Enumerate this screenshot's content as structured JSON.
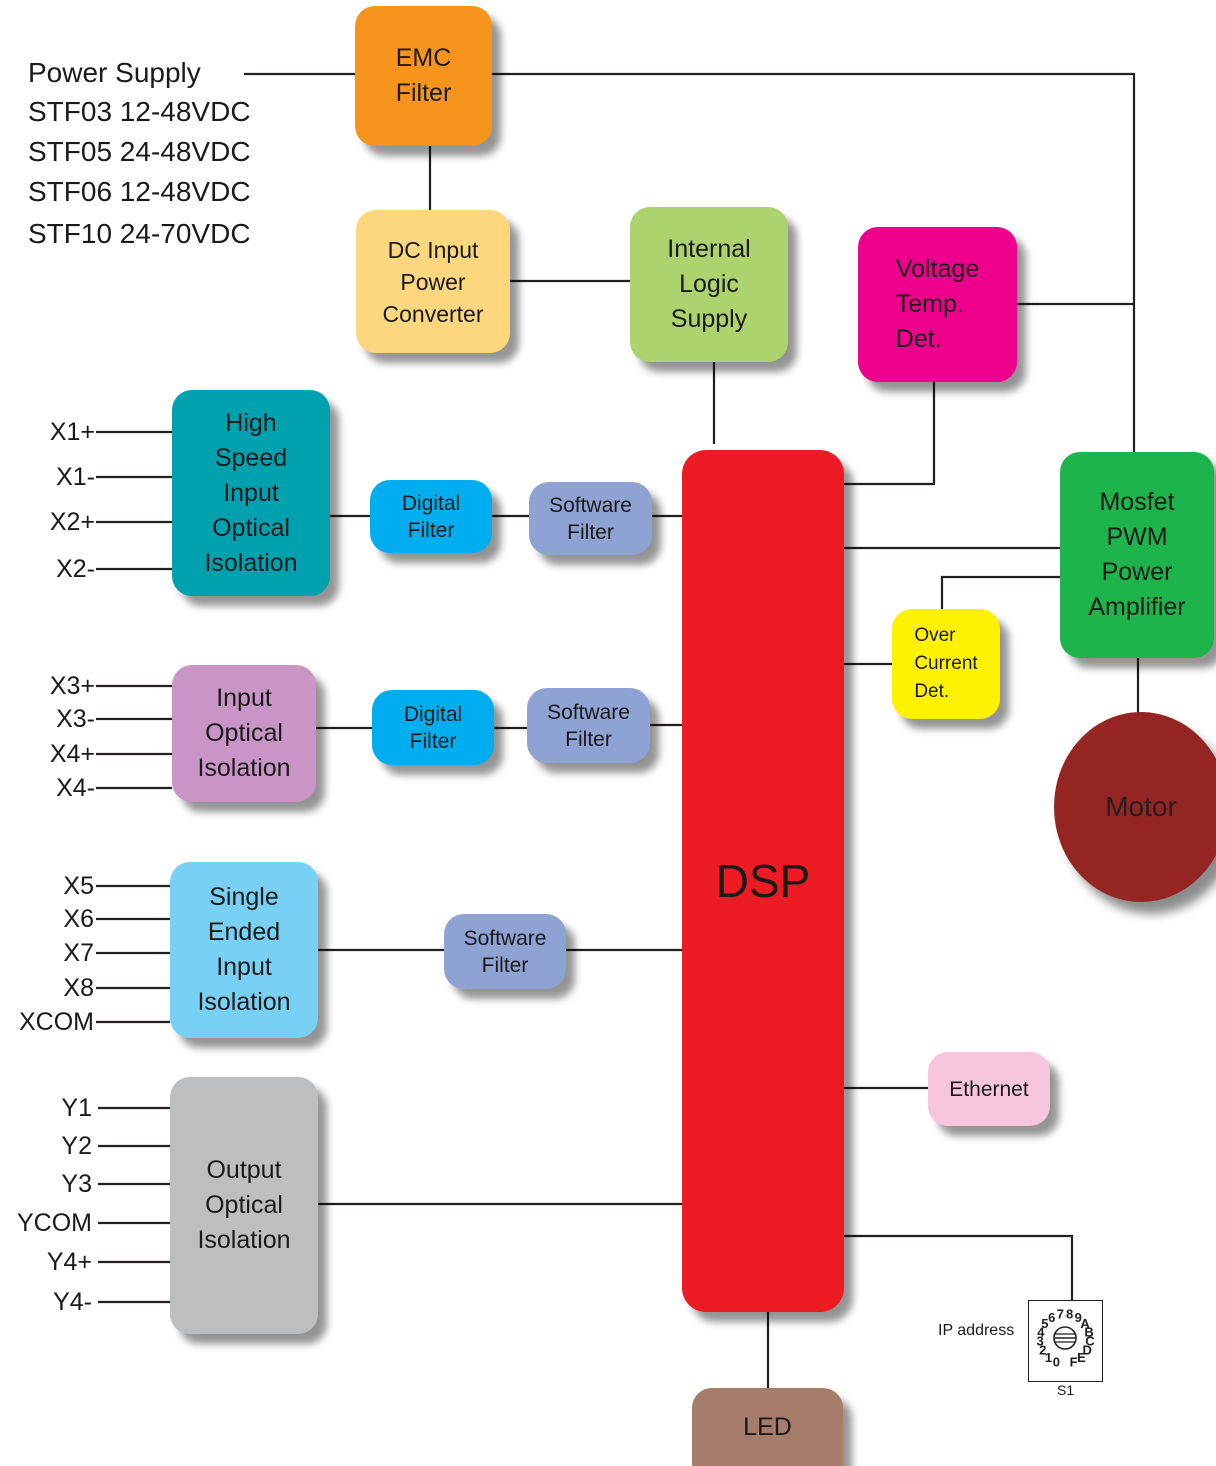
{
  "power_supply": {
    "title": "Power Supply",
    "models": [
      "STF03 12-48VDC",
      "STF05 24-48VDC",
      "STF06 12-48VDC",
      "STF10 24-70VDC"
    ]
  },
  "blocks": {
    "emc_filter": "EMC\nFilter",
    "dc_converter": "DC Input\nPower\nConverter",
    "logic_supply": "Internal\nLogic\nSupply",
    "voltage_temp": "Voltage\nTemp.\nDet.",
    "high_speed_isolation": "High\nSpeed\nInput\nOptical\nIsolation",
    "digital_filter_1": "Digital\nFilter",
    "software_filter_1": "Software\nFilter",
    "input_isolation": "Input\nOptical\nIsolation",
    "digital_filter_2": "Digital\nFilter",
    "software_filter_2": "Software\nFilter",
    "single_ended_isolation": "Single\nEnded\nInput\nIsolation",
    "software_filter_3": "Software\nFilter",
    "output_isolation": "Output\nOptical\nIsolation",
    "dsp": "DSP",
    "mosfet_amplifier": "Mosfet\nPWM\nPower\nAmplifier",
    "over_current": "Over\nCurrent\nDet.",
    "motor": "Motor",
    "ethernet": "Ethernet",
    "led": "LED"
  },
  "pins": {
    "high_speed": [
      "X1+",
      "X1-",
      "X2+",
      "X2-"
    ],
    "input": [
      "X3+",
      "X3-",
      "X4+",
      "X4-"
    ],
    "single_ended": [
      "X5",
      "X6",
      "X7",
      "X8",
      "XCOM"
    ],
    "output": [
      "Y1",
      "Y2",
      "Y3",
      "YCOM",
      "Y4+",
      "Y4-"
    ]
  },
  "ip_switch": {
    "label": "IP address",
    "designator": "S1",
    "digits": [
      "0",
      "1",
      "2",
      "3",
      "4",
      "5",
      "6",
      "7",
      "8",
      "9",
      "A",
      "B",
      "C",
      "D",
      "E",
      "F"
    ]
  },
  "colors": {
    "emc": "#f7941d",
    "dc": "#fdd77d",
    "logic": "#add36f",
    "voltage": "#ec008c",
    "teal": "#00a1af",
    "cyan": "#00aeef",
    "soft": "#8fa2d4",
    "mauve": "#c994c6",
    "lightblue": "#78d1f5",
    "gray": "#bcbec0",
    "dsp": "#ed1c24",
    "green": "#1db54b",
    "yellow": "#fff200",
    "motor": "#942523",
    "pink": "#f7c6da",
    "brown": "#a67c6b"
  }
}
